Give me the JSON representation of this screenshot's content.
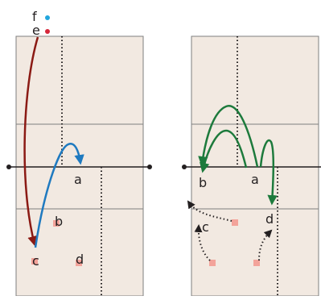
{
  "labels": {
    "f": "f",
    "e": "e",
    "a": "a",
    "b": "b",
    "c": "c",
    "d": "d"
  },
  "colors": {
    "court": "#f2e9e1",
    "court_line": "#7f7f7f",
    "net": "#231f20",
    "marker": "#f3a39a",
    "dark_red": "#8b1a14",
    "blue": "#1f7ac0",
    "green": "#1d7a3c",
    "black": "#231f20",
    "dot_red": "#d6283b",
    "dot_blue": "#22a6dd"
  }
}
